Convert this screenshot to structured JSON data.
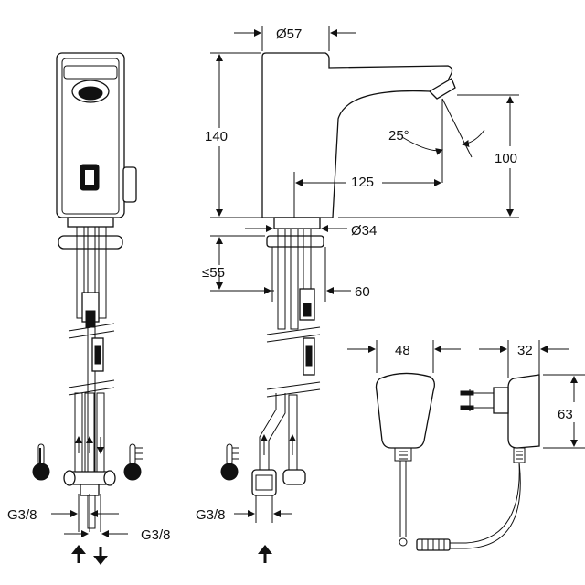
{
  "labels": {
    "d57": "Ø57",
    "h140": "140",
    "a25": "25°",
    "h100": "100",
    "l125": "125",
    "d34": "Ø34",
    "le55": "≤55",
    "s60": "60",
    "w48": "48",
    "w32": "32",
    "h63": "63",
    "g38_left": "G3/8",
    "g38_right": "G3/8",
    "g38_mid": "G3/8"
  },
  "icons": {
    "hot_thermometer": "thermometer-hot-icon",
    "cold_thermometer": "thermometer-cold-icon",
    "arrow_up": "arrow-up-icon",
    "arrow_down": "arrow-down-icon"
  }
}
